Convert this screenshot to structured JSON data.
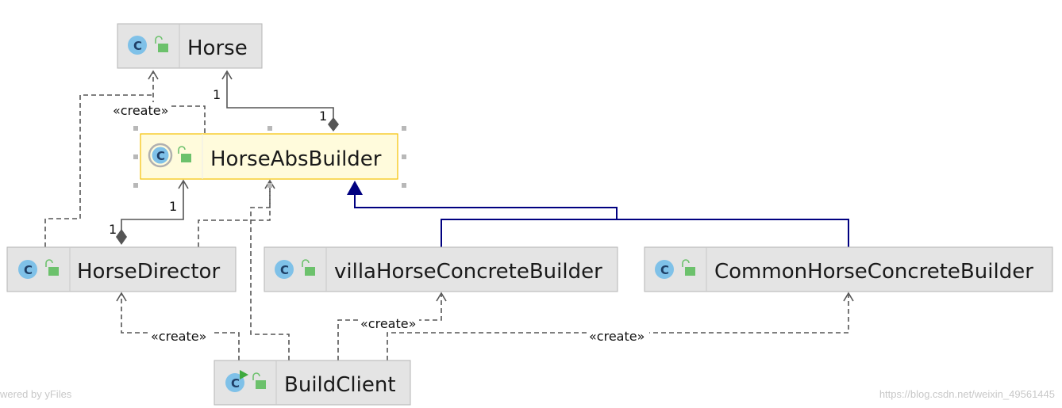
{
  "diagram": {
    "classes": {
      "horse": {
        "name": "Horse"
      },
      "abs_builder": {
        "name": "HorseAbsBuilder"
      },
      "director": {
        "name": "HorseDirector"
      },
      "villa": {
        "name": "villaHorseConcreteBuilder"
      },
      "common": {
        "name": "CommonHorseConcreteBuilder"
      },
      "client": {
        "name": "BuildClient"
      }
    },
    "labels": {
      "mult_horse_top": "1",
      "mult_horse_diamond": "1",
      "mult_builder_top": "1",
      "mult_director_diamond": "1",
      "create_top": "«create»",
      "create_director": "«create»",
      "create_villa": "«create»",
      "create_common": "«create»"
    },
    "icons": {
      "class": "class-icon",
      "visibility": "unlocked-icon",
      "main": "run-icon"
    },
    "colors": {
      "box_fill": "#e4e4e4",
      "box_border": "#b5b5b5",
      "selected_fill": "#fffbdc",
      "selected_border": "#f5c000",
      "class_icon": "#7fc1e8",
      "lock_icon": "#6cc16c",
      "inherit_line": "#000080",
      "relation_line": "#555555"
    }
  },
  "watermarks": {
    "left": "wered by yFiles",
    "right": "https://blog.csdn.net/weixin_49561445"
  }
}
